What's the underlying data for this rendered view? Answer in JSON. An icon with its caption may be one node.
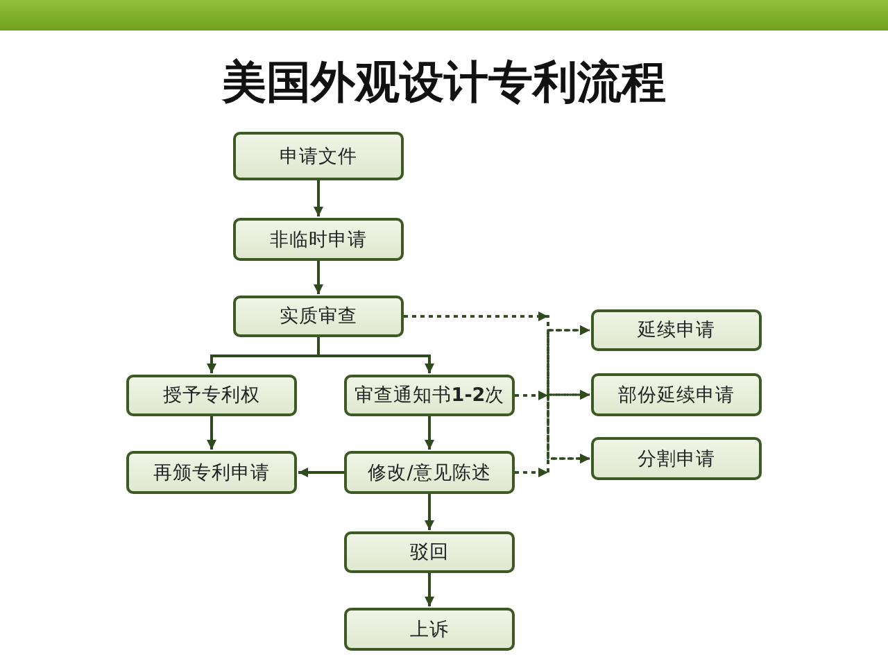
{
  "diagram": {
    "title": "美国外观设计专利流程",
    "nodes": [
      {
        "text": [
          "申请文件"
        ]
      },
      {
        "text": [
          "非临时申请"
        ]
      },
      {
        "text": [
          "实质审查"
        ]
      },
      {
        "text": [
          "授予专利权"
        ]
      },
      {
        "text": [
          "审查通知书**1-2**次"
        ]
      },
      {
        "text": [
          "再颁专利申请"
        ]
      },
      {
        "text": [
          "修改/意见陈述"
        ]
      },
      {
        "text": [
          "驳回"
        ]
      },
      {
        "text": [
          "上诉"
        ]
      },
      {
        "text": [
          "延续申请"
        ]
      },
      {
        "text": [
          "部份延续申请"
        ]
      },
      {
        "text": [
          "分割申请"
        ]
      }
    ],
    "edges": [
      {
        "from": 0,
        "to": 1,
        "arrow": "to"
      },
      {
        "from": 1,
        "to": 2,
        "arrow": "to"
      },
      {
        "from": 2,
        "to": 3,
        "arrow": "to"
      },
      {
        "from": 2,
        "to": 4,
        "arrow": "to"
      },
      {
        "from": 3,
        "to": 5,
        "arrow": "to"
      },
      {
        "from": 4,
        "to": 6,
        "arrow": "to"
      },
      {
        "from": 6,
        "to": 5,
        "arrow": "to"
      },
      {
        "from": 6,
        "to": 7,
        "arrow": "to"
      },
      {
        "from": 7,
        "to": 8,
        "arrow": "to"
      },
      {
        "from": 2,
        "to": 9,
        "arrow": "to",
        "style": "dashed"
      },
      {
        "from": 2,
        "to": 10,
        "arrow": "to",
        "style": "dashed"
      },
      {
        "from": 2,
        "to": 11,
        "arrow": "to",
        "style": "dashed"
      },
      {
        "from": 4,
        "to": 9,
        "arrow": "to",
        "style": "dashed"
      },
      {
        "from": 4,
        "to": 10,
        "arrow": "to",
        "style": "dashed"
      },
      {
        "from": 4,
        "to": 11,
        "arrow": "to",
        "style": "dashed"
      },
      {
        "from": 6,
        "to": 9,
        "arrow": "to",
        "style": "dashed"
      },
      {
        "from": 6,
        "to": 10,
        "arrow": "to",
        "style": "dashed"
      },
      {
        "from": 6,
        "to": 11,
        "arrow": "to",
        "style": "dashed"
      }
    ]
  }
}
